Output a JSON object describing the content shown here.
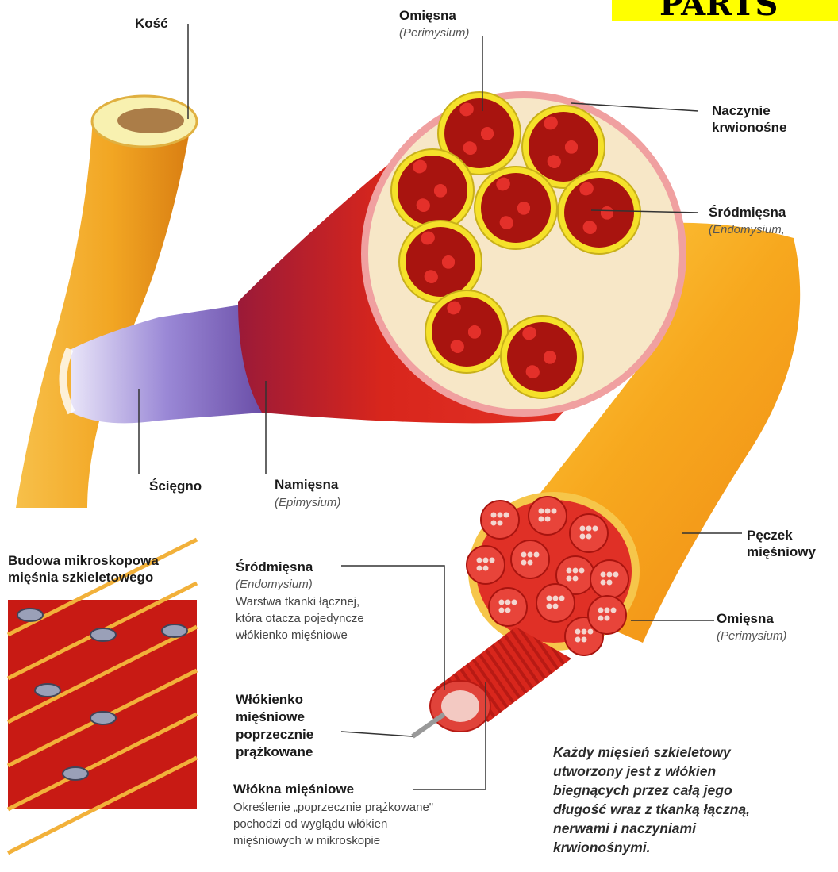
{
  "corner_tag": "PARTS",
  "labels": {
    "bone": "Kość",
    "perimysium_top": {
      "name": "Omięsna",
      "latin": "(Perimysium)"
    },
    "blood_vessel": {
      "line1": "Naczynie",
      "line2": "krwionośne"
    },
    "endomysium_top": {
      "name": "Śródmięsna",
      "latin": "(Endomysium,"
    },
    "tendon": "Ścięgno",
    "epimysium": {
      "name": "Namięsna",
      "latin": "(Epimysium)"
    },
    "fascicle": {
      "line1": "Pęczek",
      "line2": "mięśniowy"
    },
    "perimysium_bottom": {
      "name": "Omięsna",
      "latin": "(Perimysium)"
    },
    "micro_title": {
      "line1": "Budowa mikroskopowa",
      "line2": "mięśnia szkieletowego"
    },
    "endomysium_note": {
      "name": "Śródmięsna",
      "latin": "(Endomysium)",
      "desc1": "Warstwa tkanki łącznej,",
      "desc2": "która otacza pojedyncze",
      "desc3": "włókienko mięśniowe"
    },
    "myofibril": {
      "line1": "Włókienko",
      "line2": "mięśniowe",
      "line3": "poprzecznie",
      "line4": "prążkowane"
    },
    "muscle_fibers": {
      "name": "Włókna mięśniowe",
      "desc1": "Określenie „poprzecznie prążkowane\"",
      "desc2": "pochodzi od wyglądu włókien",
      "desc3": "mięśniowych w mikroskopie"
    }
  },
  "caption": {
    "line1": "Każdy mięsień szkieletowy",
    "line2": "utworzony jest z włókien",
    "line3": "biegnących przez całą jego",
    "line4": "długość wraz z tkanką łączną,",
    "line5": "nerwami i naczyniami",
    "line6": "krwionośnymi."
  },
  "colors": {
    "bone": "#f2a623",
    "muscle": "#d8261c",
    "fascicle_sheath": "#f5e12a",
    "tendon": "#8a78c8",
    "perimysium": "#f0a0a0",
    "fascicle_tube": "#f7b21e"
  }
}
